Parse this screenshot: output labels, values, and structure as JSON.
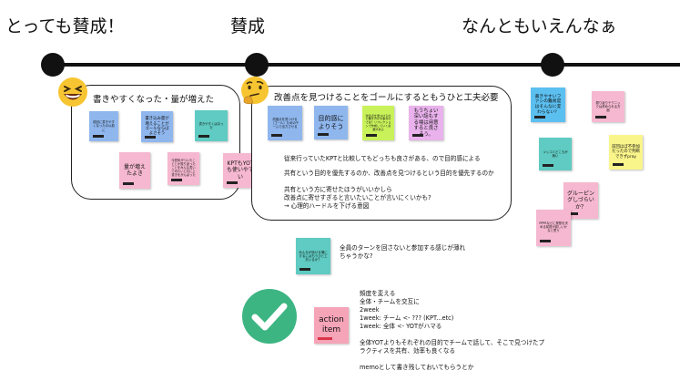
{
  "scale": {
    "left": "とっても賛成！",
    "middle": "賛成",
    "right": "なんともいえんなぁ"
  },
  "box1": {
    "title": "書きやすくなった・量が増えた",
    "notes": [
      {
        "text": "前回に書きやすくなったの以前に",
        "color": "#8fb7ee"
      },
      {
        "text": "書き込み量が増えることがゴールならばよさそう",
        "color": "#8fb7ee"
      },
      {
        "text": "書きやすくはなった",
        "color": "#5fcbc2"
      },
      {
        "text": "量が増えたよき",
        "color": "#f6b8d0"
      },
      {
        "text": "今週気がついたこととか振り返ったことをみんな書いてみたいと共に上書きをがんばった",
        "color": "#f6b8d0"
      },
      {
        "text": "KPTもYOTも使いやすい",
        "color": "#f6b8d0"
      }
    ]
  },
  "box2": {
    "title": "改善点を見つけることをゴールにするともうひと工夫必要",
    "notes": [
      {
        "text": "改善点を見つける（ゴール）ためのチームで出力させる",
        "color": "#8fb7ee"
      },
      {
        "text": "目的感によりそう",
        "color": "#8fb7ee"
      },
      {
        "text": "改善点を見つけるのに書き方が大事なのでは？リフレクションで作成していく必要がある",
        "color": "#c9f25a"
      },
      {
        "text": "もうちょい深い話もする場は用意すると良さそう。",
        "color": "#e9b2ec"
      }
    ],
    "lines": [
      "従来行っていたKPTと比較してもどっちも良さがある、ので目的感による",
      "共有という目的を優先するのか、改善点を見つけるという目的を優先するのか",
      "共有という方に寄せたほうがいいかしら",
      "改善点に寄せすぎると言いたいことが言いにくいかも?",
      "→ 心理的ハードルを下げる意図"
    ]
  },
  "right_notes": [
    {
      "text": "書きやすいファシの難易度はそんなに変わらない？",
      "color": "#5bbff0"
    },
    {
      "text": "振り返りテクニックは求められる方面",
      "color": "#f6b8d0"
    },
    {
      "text": "ツッコミどころが無い",
      "color": "#5fcbc2"
    },
    {
      "text": "前回ほぼ不参加だったので判断できずpray",
      "color": "#faf58a"
    },
    {
      "text": "グルーピングしづらい か？",
      "color": "#f6b8d0"
    },
    {
      "text": "PPPRなどに発想を決める前提が欲しいかなと思う",
      "color": "#f6b8d0"
    }
  ],
  "mid_note": {
    "text": "みんなが話せる場にするにはもうひと工夫いるか？",
    "color": "#5fcbc2"
  },
  "mid_text": [
    "全員のターンを回さないと参加する感じが薄れ",
    "ちゃうかな?"
  ],
  "action": {
    "label": "action item",
    "color": "#f6a4b8",
    "check_color": "#3cb582",
    "lines": [
      "頻度を変える",
      "全体・チームを交互に",
      "2week",
      "1week: チーム  <- ??? (KPT...etc)",
      "1week: 全体  <- YOTがハマる",
      "",
      "全体YOTよりもそれぞれの目的でチームで話して、そこで見つけたプ",
      "ラクティスを共有、効率も良くなる",
      "",
      "memoとして書き残しておいてもらうとか"
    ]
  }
}
